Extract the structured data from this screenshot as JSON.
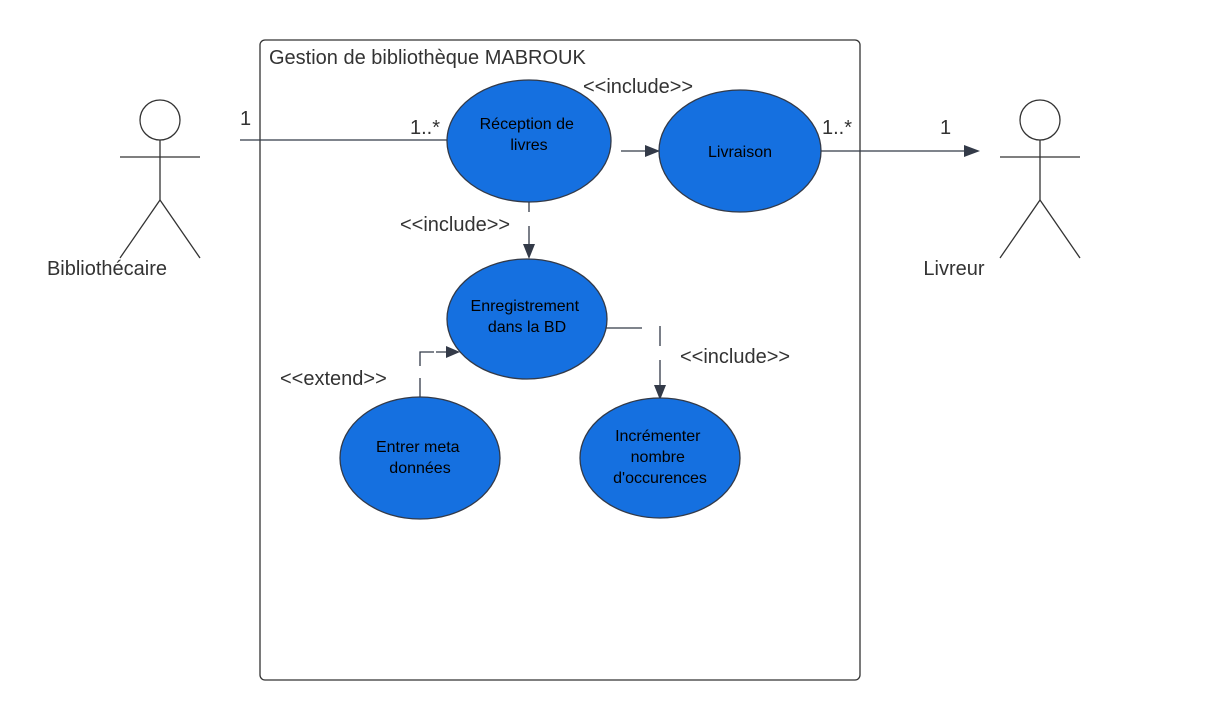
{
  "system": {
    "title": "Gestion de bibliothèque MABROUK"
  },
  "actors": {
    "left": {
      "name": "Bibliothécaire"
    },
    "right": {
      "name": "Livreur"
    }
  },
  "colors": {
    "usecase_fill": "#1570e0",
    "line": "#333a48",
    "border": "#333333"
  },
  "usecases": {
    "reception": {
      "lines": [
        "Réception de",
        "livres"
      ]
    },
    "livraison": {
      "lines": [
        "Livraison"
      ]
    },
    "enregistrement": {
      "lines": [
        "Enregistrement",
        "dans la BD"
      ]
    },
    "meta": {
      "lines": [
        "Entrer meta",
        "données"
      ]
    },
    "increment": {
      "lines": [
        "Incrémenter",
        "nombre",
        "d'occurences"
      ]
    }
  },
  "relations": {
    "include_livraison": "<<include>>",
    "include_enregistrement": "<<include>>",
    "include_increment": "<<include>>",
    "extend_meta": "<<extend>>"
  },
  "multiplicities": {
    "biblio_actor_end": "1",
    "biblio_usecase_end": "1..*",
    "livreur_usecase_end": "1..*",
    "livreur_actor_end": "1"
  }
}
